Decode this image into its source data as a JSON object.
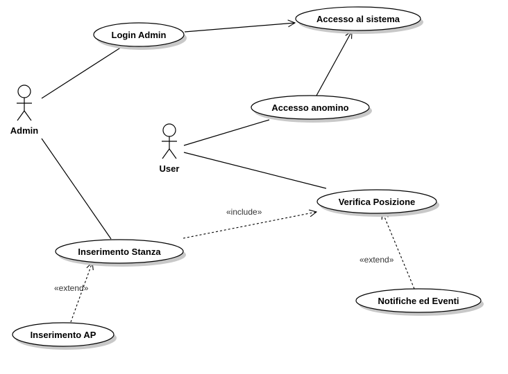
{
  "actors": {
    "admin": "Admin",
    "user": "User"
  },
  "use_cases": {
    "accesso_sistema": "Accesso al sistema",
    "login_admin": "Login Admin",
    "accesso_anonimo": "Accesso anomino",
    "verifica_posizione": "Verifica Posizione",
    "inserimento_stanza": "Inserimento Stanza",
    "inserimento_ap": "Inserimento AP",
    "notifiche_eventi": "Notifiche ed Eventi"
  },
  "relations": {
    "include_label": "«include»",
    "extend_ap_label": "«extend»",
    "extend_notifiche_label": "«extend»"
  }
}
